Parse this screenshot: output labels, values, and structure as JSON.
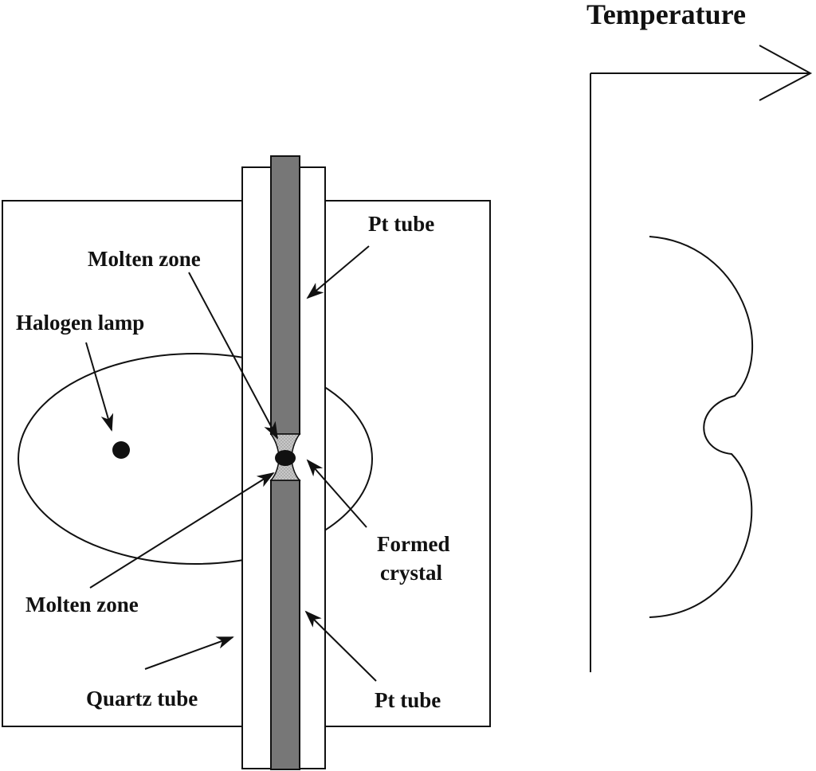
{
  "labels": {
    "temperature": "Temperature",
    "pt_tube_top": "Pt tube",
    "molten_zone_top": "Molten zone",
    "halogen_lamp": "Halogen lamp",
    "formed_crystal_line1": "Formed",
    "formed_crystal_line2": "crystal",
    "molten_zone_bottom": "Molten zone",
    "quartz_tube": "Quartz tube",
    "pt_tube_bottom": "Pt tube"
  },
  "colors": {
    "pt_tube_fill": "#777777",
    "molten_zone_fill": "#c8c8c8",
    "line": "#111111"
  }
}
